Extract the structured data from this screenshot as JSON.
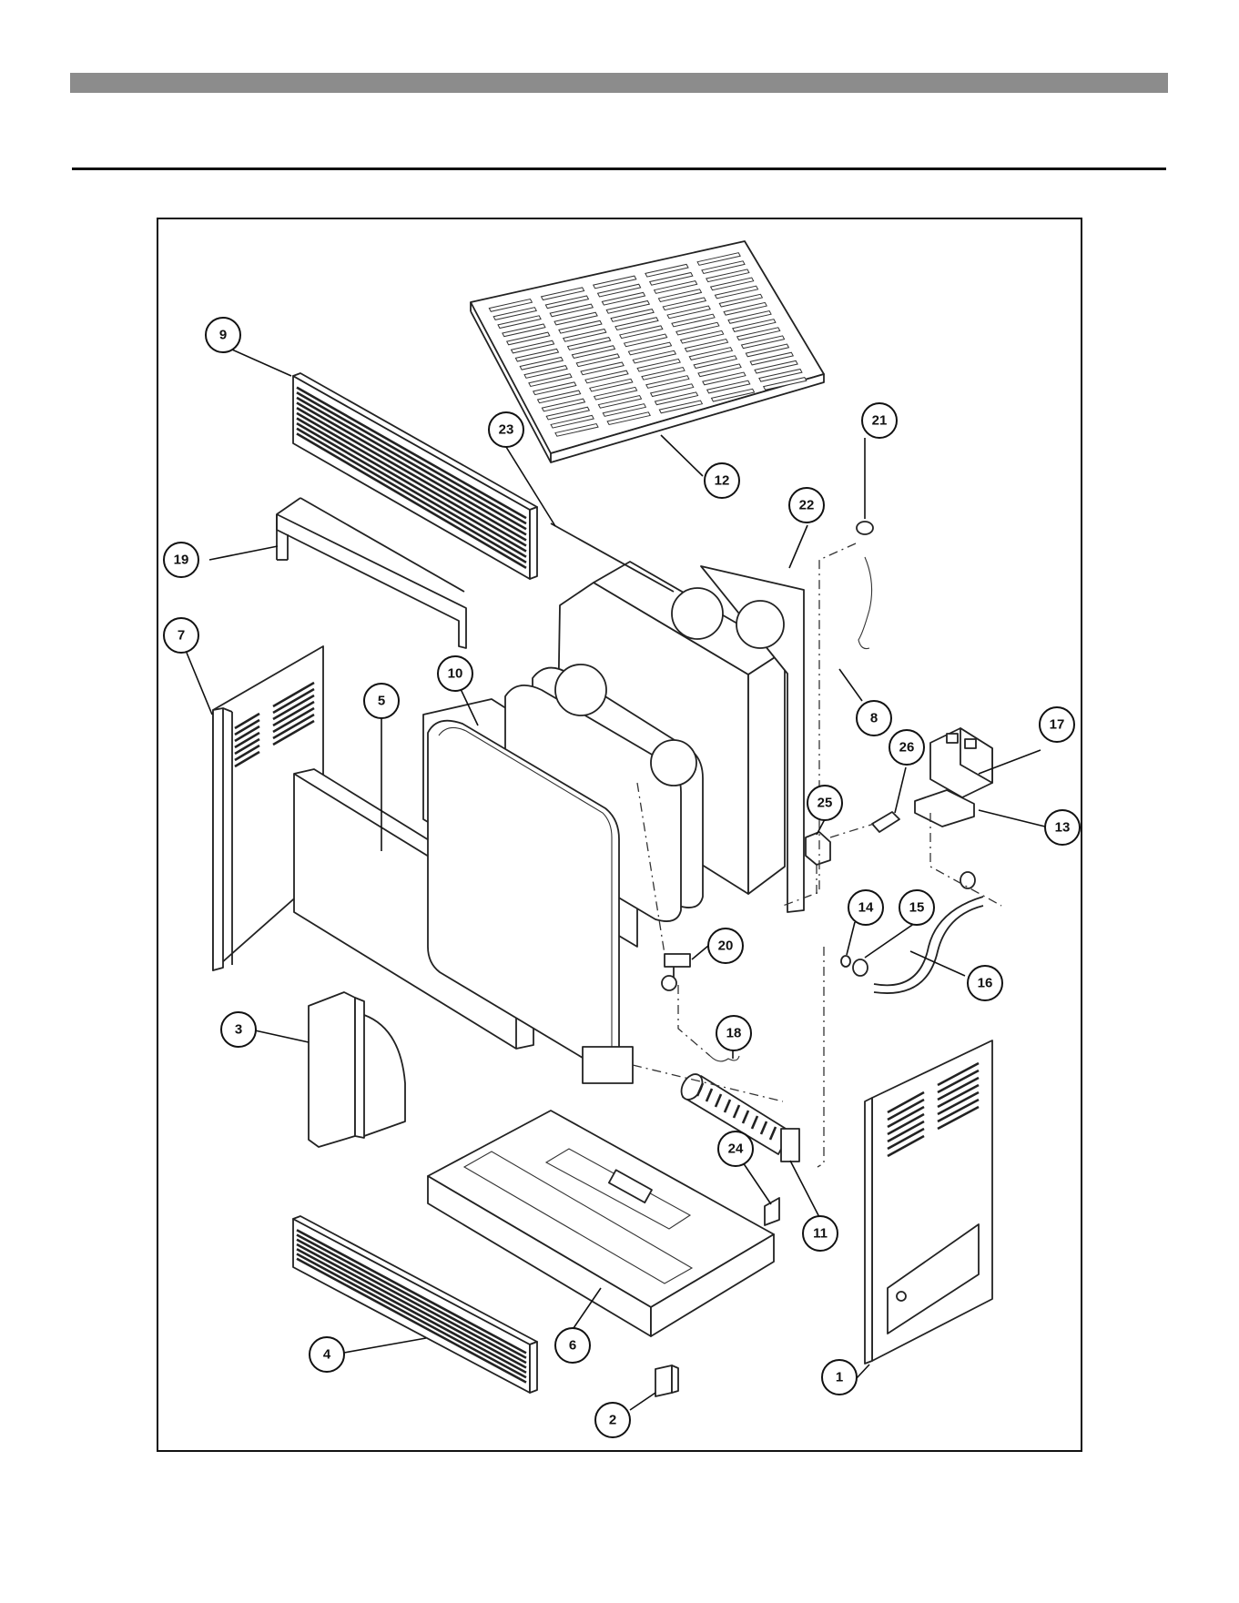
{
  "colors": {
    "top_bar": "#8c8c8c",
    "rule": "#111111",
    "ink": "#222222"
  },
  "diagram": {
    "callouts": [
      {
        "number": "1"
      },
      {
        "number": "2"
      },
      {
        "number": "3"
      },
      {
        "number": "4"
      },
      {
        "number": "5"
      },
      {
        "number": "6"
      },
      {
        "number": "7"
      },
      {
        "number": "8"
      },
      {
        "number": "9"
      },
      {
        "number": "10"
      },
      {
        "number": "11"
      },
      {
        "number": "12"
      },
      {
        "number": "13"
      },
      {
        "number": "14"
      },
      {
        "number": "15"
      },
      {
        "number": "16"
      },
      {
        "number": "17"
      },
      {
        "number": "18"
      },
      {
        "number": "19"
      },
      {
        "number": "20"
      },
      {
        "number": "21"
      },
      {
        "number": "22"
      },
      {
        "number": "23"
      },
      {
        "number": "24"
      },
      {
        "number": "25"
      },
      {
        "number": "26"
      }
    ]
  }
}
